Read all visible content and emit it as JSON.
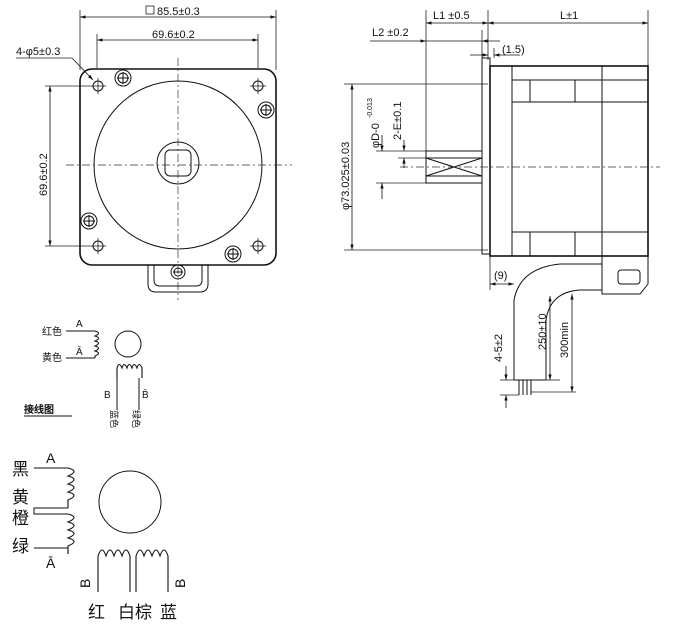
{
  "front_view": {
    "outer_dim": "85.5±0.3",
    "hole_pitch_h": "69.6±0.2",
    "hole_pitch_v": "69.6±0.2",
    "holes": "4-φ5±0.3"
  },
  "side_view": {
    "l1": "L1 ±0.5",
    "l_body": "L±1",
    "l2": "L2 ±0.2",
    "flange": "(1.5)",
    "pilot_dia": "φ73.025±0.03",
    "shaft_dia": "φD-0",
    "shaft_tol": "-0.013",
    "flat": "2-E±0.1",
    "lead_offset": "(9)",
    "lead_len_1": "250±10",
    "lead_len_2": "300min",
    "strip_len": "4-5±2"
  },
  "wiring_small": {
    "title": "接线图",
    "label_a": "A",
    "label_a_bar": "Ā",
    "label_b": "B",
    "label_b_bar": "B̄",
    "red": "红色",
    "yellow": "黄色",
    "blue": "蓝色",
    "green": "绿色"
  },
  "wiring_large": {
    "black": "黑",
    "yellow": "黄",
    "orange": "橙",
    "green": "绿",
    "label_a": "A",
    "label_a_bar": "Ā",
    "label_b": "B",
    "label_b_bar": "B",
    "red": "红",
    "white_brown": "白棕",
    "blue": "蓝"
  }
}
